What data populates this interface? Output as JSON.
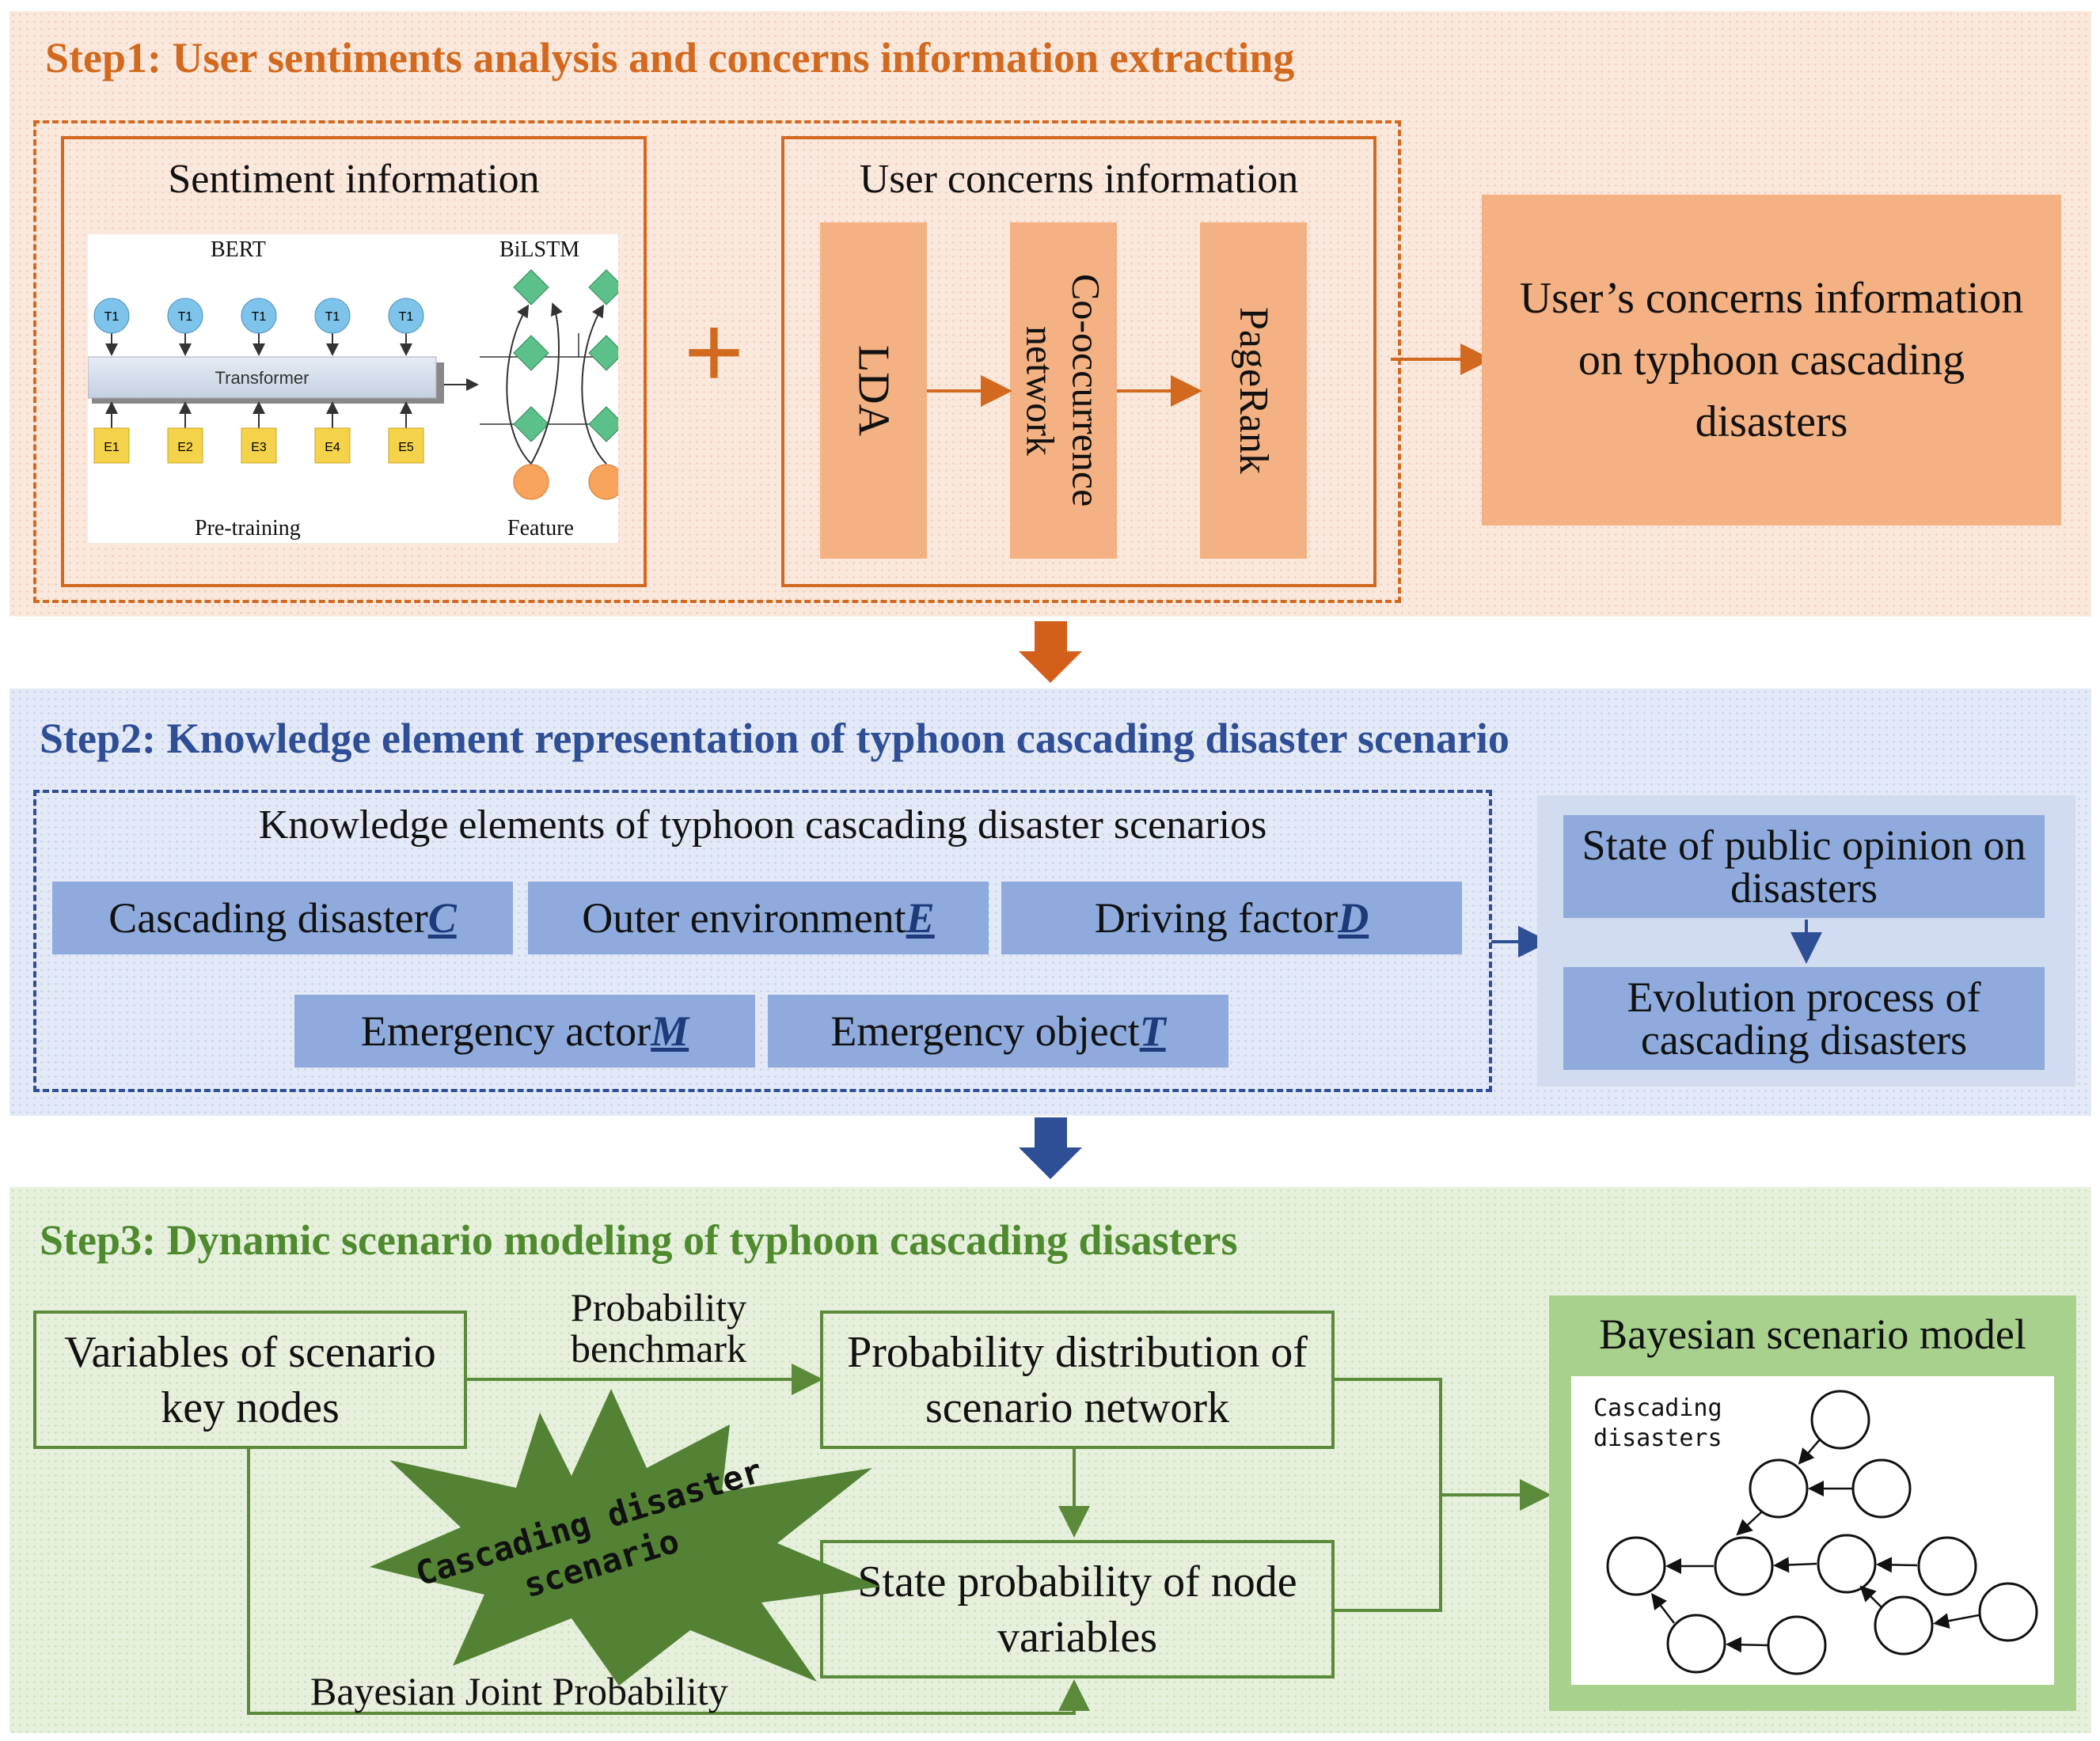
{
  "step1": {
    "title": "Step1: User sentiments analysis and concerns information extracting",
    "sentiment_title": "Sentiment information",
    "bert_label": "BERT",
    "bilstm_label": "BiLSTM",
    "transformer_label": "Transformer",
    "token_top": [
      "T1",
      "T1",
      "T1",
      "T1",
      "T1"
    ],
    "token_bottom": [
      "E1",
      "E2",
      "E3",
      "E4",
      "E5"
    ],
    "pretraining_label": "Pre-training",
    "feature_label": "Feature",
    "plus": "+",
    "concerns_title": "User concerns information",
    "lda": "LDA",
    "cooccurrence": "Co-occurrence network",
    "pagerank": "PageRank",
    "output": "User’s concerns information on typhoon cascading disasters"
  },
  "step2": {
    "title": "Step2: Knowledge element representation of typhoon cascading disaster scenario",
    "ke_title": "Knowledge elements of typhoon cascading disaster scenarios",
    "elements": [
      {
        "text": "Cascading disaster ",
        "symbol": "C"
      },
      {
        "text": "Outer environment ",
        "symbol": "E"
      },
      {
        "text": "Driving factor ",
        "symbol": "D"
      },
      {
        "text": "Emergency actor ",
        "symbol": "M"
      },
      {
        "text": "Emergency object ",
        "symbol": "T"
      }
    ],
    "state_public": "State of public opinion on disasters",
    "evolution": "Evolution process of cascading disasters"
  },
  "step3": {
    "title": "Step3: Dynamic scenario modeling of typhoon cascading disasters",
    "variables": "Variables of scenario key nodes",
    "prob_benchmark": "Probability benchmark",
    "prob_distribution": "Probability distribution of scenario network",
    "state_prob": "State probability of node variables",
    "burst": "Cascading disaster scenario",
    "joint": "Bayesian Joint Probability",
    "bayes_title": "Bayesian scenario model",
    "bayes_inner": "Cascading disasters"
  },
  "colors": {
    "step1": "#d2691e",
    "step2": "#2e4e96",
    "step3": "#4e8a2e",
    "salmon": "#f4b183",
    "blue": "#8faadc",
    "burst": "#548235"
  }
}
